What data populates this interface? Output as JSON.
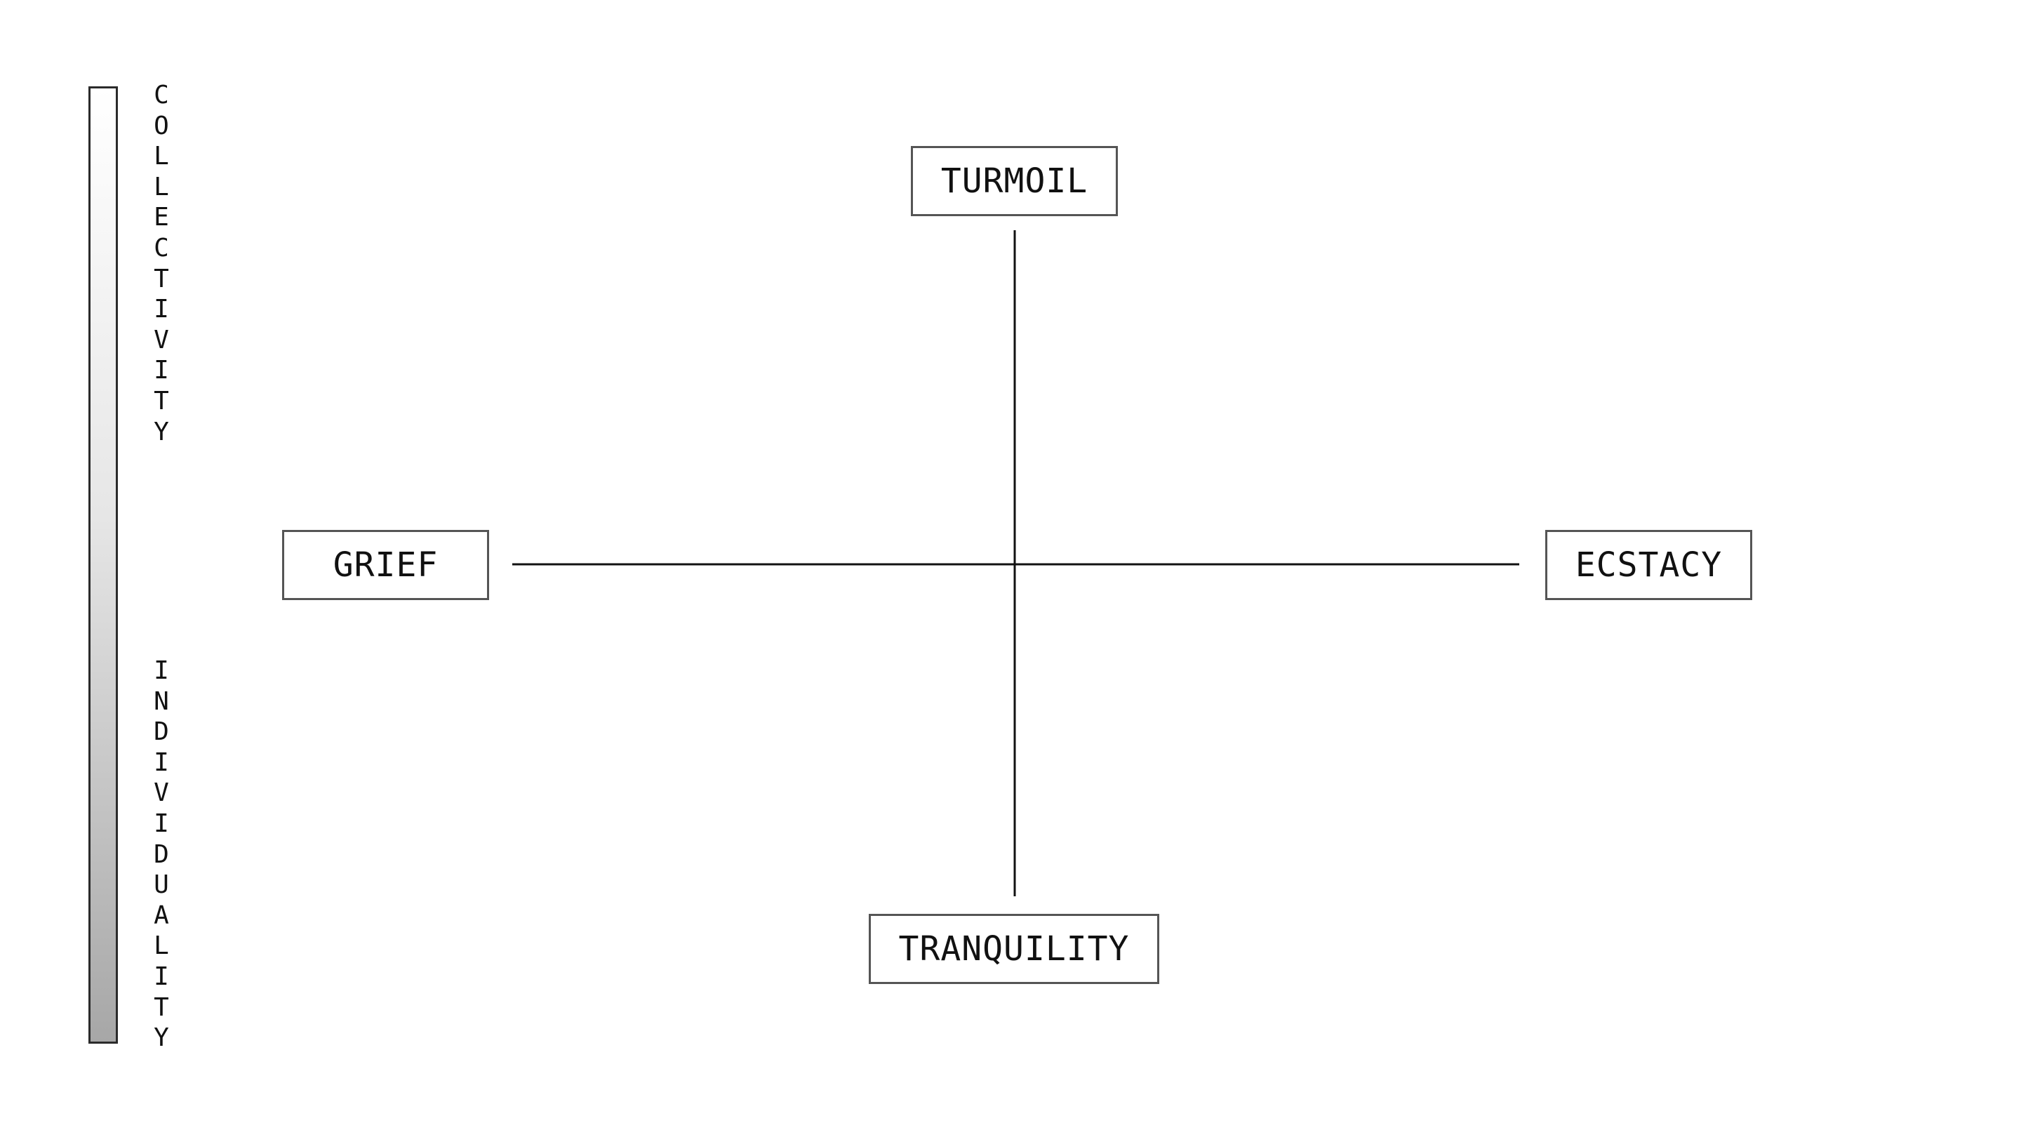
{
  "scale": {
    "top_label": "COLLECTIVITY",
    "bottom_label": "INDIVIDUALITY",
    "gradient_colors": [
      "#ffffff",
      "#a7a7a7"
    ]
  },
  "quadrant": {
    "top": "TURMOIL",
    "left": "GRIEF",
    "right": "ECSTACY",
    "bottom": "TRANQUILITY"
  },
  "colors": {
    "line": "#111111",
    "box_border": "#555555"
  }
}
